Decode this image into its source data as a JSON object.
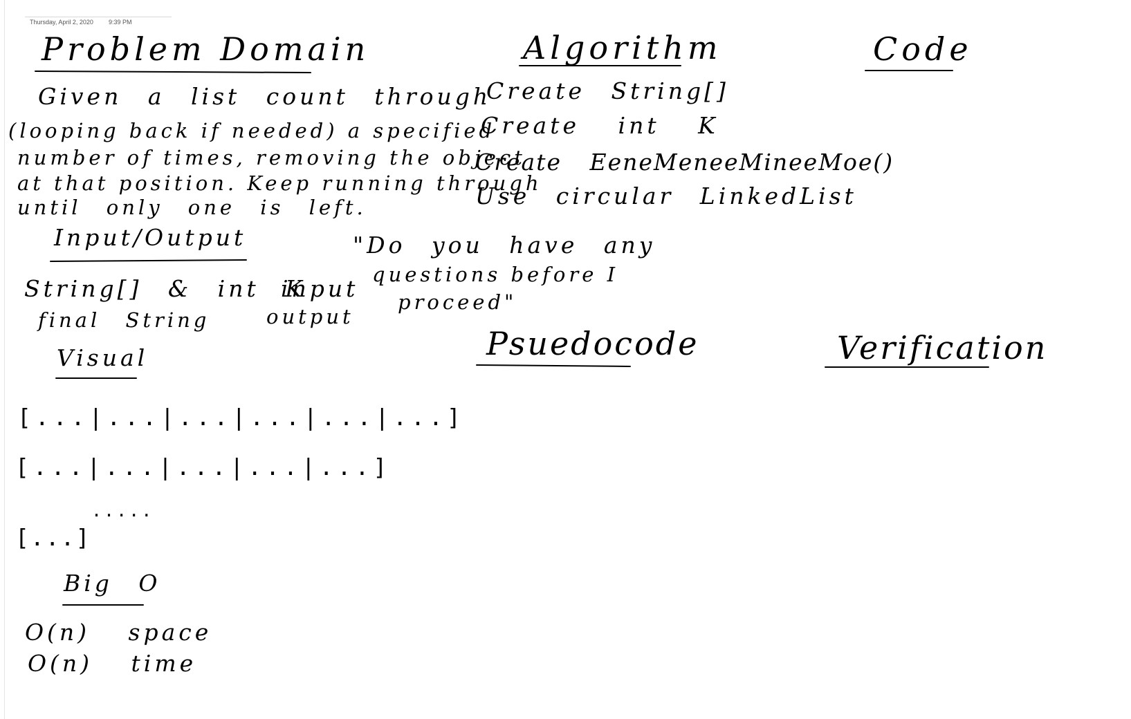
{
  "header": {
    "date": "Thursday, April 2, 2020",
    "time": "9:39 PM"
  },
  "problem_domain": {
    "title": "Problem Domain",
    "lines": [
      "Given a list count through",
      "(looping back if needed) a specified",
      "number of times, removing the object",
      "at that position. Keep running through",
      "until only one is left."
    ]
  },
  "input_output": {
    "title": "Input/Output",
    "input_value": "String[] & int K",
    "input_label": "input",
    "output_value": "final String",
    "output_label": "output"
  },
  "visual": {
    "title": "Visual",
    "rows": [
      "[...|...|...|...|...|...]",
      "[...|...|...|...|...]",
      ".....",
      "[...]"
    ]
  },
  "big_o": {
    "title": "Big O",
    "lines": [
      "O(n) space",
      "O(n) time"
    ]
  },
  "quote": {
    "lines": [
      "\"Do you have any",
      "questions before I",
      "proceed\""
    ]
  },
  "algorithm": {
    "title": "Algorithm",
    "lines": [
      "Create String[]",
      "Create int K",
      "Create EeneMeneeMineeMoe()",
      "Use circular LinkedList"
    ]
  },
  "code": {
    "title": "Code"
  },
  "pseudocode": {
    "title": "Psuedocode"
  },
  "verification": {
    "title": "Verification"
  }
}
